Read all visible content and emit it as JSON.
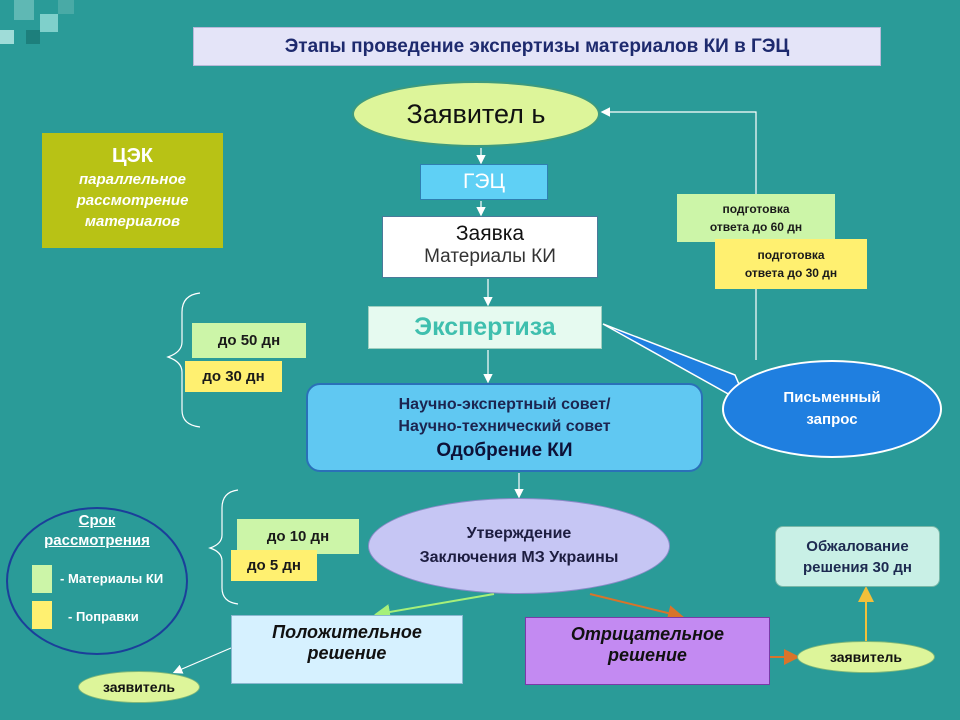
{
  "title": "Этапы проведение экспертизы материалов КИ в ГЭЦ",
  "nodes": {
    "applicant_top": "Заявител ь",
    "gec": "ГЭЦ",
    "request_l1": "Заявка",
    "request_l2": "Материалы КИ",
    "expertise": "Экспертиза",
    "council_l1": "Научно-экспертный совет/",
    "council_l2": "Научно-технический совет",
    "council_l3": "Одобрение КИ",
    "approval_l1": "Утверждение",
    "approval_l2": "Заключения МЗ Украины",
    "positive_l1": "Положительное",
    "positive_l2": "решение",
    "negative_l1": "Отрицательное",
    "negative_l2": "решение",
    "applicant_left": "заявитель",
    "applicant_right": "заявитель",
    "appeal_l1": "Обжалование",
    "appeal_l2": "решения 30 дн",
    "written_l1": "Письменный",
    "written_l2": "запрос"
  },
  "cek": {
    "title": "ЦЭК",
    "line1": "параллельное",
    "line2": "рассмотрение",
    "line3": "материалов"
  },
  "prep": {
    "p60_l1": "подготовка",
    "p60_l2": "ответа до 60 дн",
    "p30_l1": "подготовка",
    "p30_l2": "ответа до 30 дн"
  },
  "deadlines": {
    "d50": "до 50 дн",
    "d30": "до 30 дн",
    "d10": "до 10 дн",
    "d5": "до 5 дн"
  },
  "legend": {
    "title_l1": "Срок",
    "title_l2": "рассмотрения",
    "item1": "- Материалы КИ",
    "item2": "- Поправки"
  },
  "colors": {
    "background": "#2a9b98",
    "materials": "#ccf5a8",
    "amendments": "#fff070"
  }
}
